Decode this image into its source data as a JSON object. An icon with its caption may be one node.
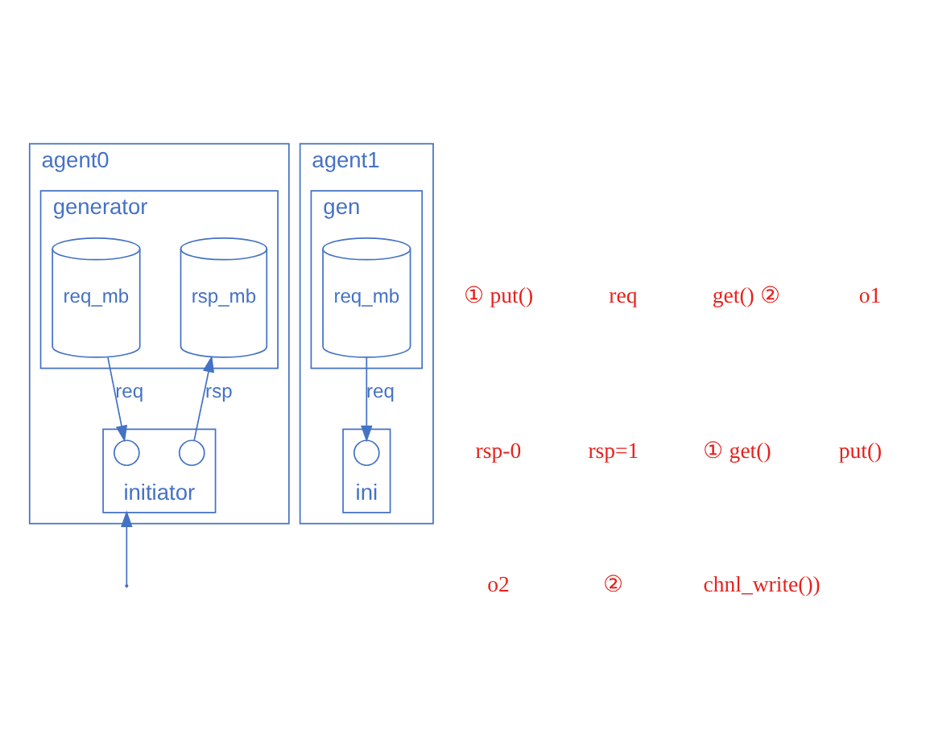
{
  "diagram": {
    "nodes": [
      {
        "text": [
          "agent0"
        ]
      },
      {
        "text": [
          "generator"
        ],
        "in": 0
      },
      {
        "text": [
          "req_mb"
        ],
        "in": 1
      },
      {
        "text": [
          "rsp_mb"
        ],
        "in": 1
      },
      {
        "text": [
          "initiator"
        ],
        "in": 0
      },
      {
        "text": [],
        "shape": "circle",
        "in": 4
      },
      {
        "text": [],
        "shape": "circle",
        "in": 4
      },
      {
        "text": [
          "agent1"
        ]
      },
      {
        "text": [
          "gen"
        ],
        "in": 7
      },
      {
        "text": [
          "req_mb"
        ],
        "in": 8
      },
      {
        "text": [
          "ini"
        ],
        "in": 7
      },
      {
        "text": [],
        "shape": "circle",
        "in": 10
      }
    ],
    "edges": [
      {
        "from": 2,
        "to": 5,
        "label": "req",
        "arrow": "to"
      },
      {
        "from": 6,
        "to": 3,
        "label": "rsp",
        "arrow": "to"
      },
      {
        "from": null,
        "to": 4,
        "arrow": "to"
      },
      {
        "from": 9,
        "to": 11,
        "label": "req",
        "arrow": "to"
      }
    ],
    "labels": [
      "① put()",
      "req",
      "get() ②",
      "o1",
      "rsp-0",
      "rsp=1",
      "① get()",
      "put()",
      "o2",
      "②",
      "chnl_write())"
    ]
  }
}
